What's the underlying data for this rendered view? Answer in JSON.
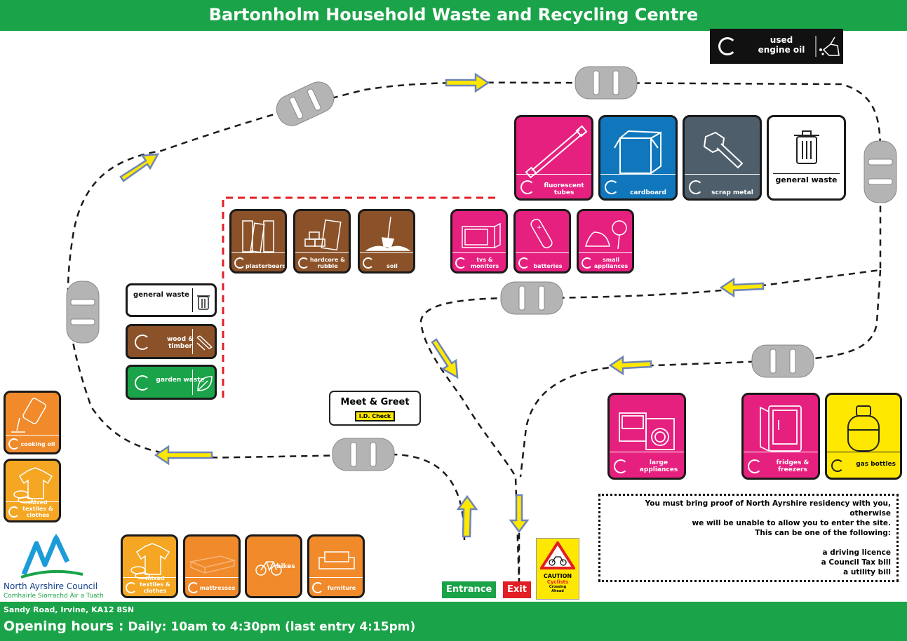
{
  "title": "Bartonholm Household Waste and Recycling Centre",
  "footer": {
    "address": "Sandy Road, Irvine, KA12 8SN",
    "hours_label": "Opening hours :",
    "hours_text": "Daily: 10am to 4:30pm (last entry 4:15pm)"
  },
  "used_engine_oil": "used engine oil",
  "tiles_top": [
    {
      "label": "fluorescent tubes",
      "color": "#e6207f",
      "icon": "fluorescent-tube-icon"
    },
    {
      "label": "cardboard",
      "color": "#1077bc",
      "icon": "cardboard-box-icon"
    },
    {
      "label": "scrap metal",
      "color": "#4e5f6b",
      "icon": "bolt-icon"
    },
    {
      "label": "general waste",
      "color": "#ffffff",
      "icon": "bin-icon"
    }
  ],
  "tiles_middle_left": [
    {
      "label": "plasterboard",
      "color": "#8b5229",
      "icon": "plasterboard-icon"
    },
    {
      "label": "hardcore & rubble",
      "color": "#8b5229",
      "icon": "rubble-icon"
    },
    {
      "label": "soil",
      "color": "#8b5229",
      "icon": "spade-icon"
    }
  ],
  "tiles_middle_right": [
    {
      "label": "tvs & monitors",
      "color": "#e6207f",
      "icon": "tv-icon"
    },
    {
      "label": "batteries",
      "color": "#e6207f",
      "icon": "battery-icon"
    },
    {
      "label": "small appliances",
      "color": "#e6207f",
      "icon": "iron-hairdryer-icon"
    }
  ],
  "strips_left": [
    {
      "label": "general waste",
      "color": "#ffffff"
    },
    {
      "label": "wood & timber",
      "color": "#8b5229"
    },
    {
      "label": "garden waste",
      "color": "#1aa348"
    }
  ],
  "meet_greet": {
    "title": "Meet & Greet",
    "id_check": "I.D. Check"
  },
  "tiles_right": [
    {
      "label": "large appliances",
      "color": "#e6207f",
      "icon": "washing-machine-icon"
    },
    {
      "label": "fridges & freezers",
      "color": "#e6207f",
      "icon": "fridge-icon"
    },
    {
      "label": "gas bottles",
      "color": "#ffe800",
      "icon": "gas-bottle-icon"
    }
  ],
  "tiles_far_left": [
    {
      "label": "cooking oil",
      "color": "#f08a2b",
      "icon": "oil-bottle-icon"
    },
    {
      "label": "mixed textiles & clothes",
      "color": "#f5a623",
      "icon": "clothes-icon"
    }
  ],
  "tiles_bottom": [
    {
      "label": "mixed textiles & clothes",
      "color": "#f5a623",
      "icon": "clothes-icon"
    },
    {
      "label": "mattresses",
      "color": "#f08a2b",
      "icon": "mattress-icon"
    },
    {
      "label": "bikes",
      "color": "#f08a2b",
      "icon": "bike-icon"
    },
    {
      "label": "furniture",
      "color": "#f08a2b",
      "icon": "sofa-icon"
    }
  ],
  "notice": {
    "line1": "You must bring proof of North Ayrshire residency with you, otherwise",
    "line2": "we will be unable to allow you to enter the site.",
    "line3": "This can be one of the following:",
    "items": [
      "a driving licence",
      "a Council Tax bill",
      "a utility bill"
    ]
  },
  "entrance": "Entrance",
  "exit": "Exit",
  "caution": {
    "title": "CAUTION",
    "line1": "Cyclists",
    "line2": "Crossing",
    "line3": "Ahead"
  },
  "council": {
    "name": "North Ayrshire Council",
    "gaelic": "Comhairle Siorrachd Àir a Tuath"
  }
}
